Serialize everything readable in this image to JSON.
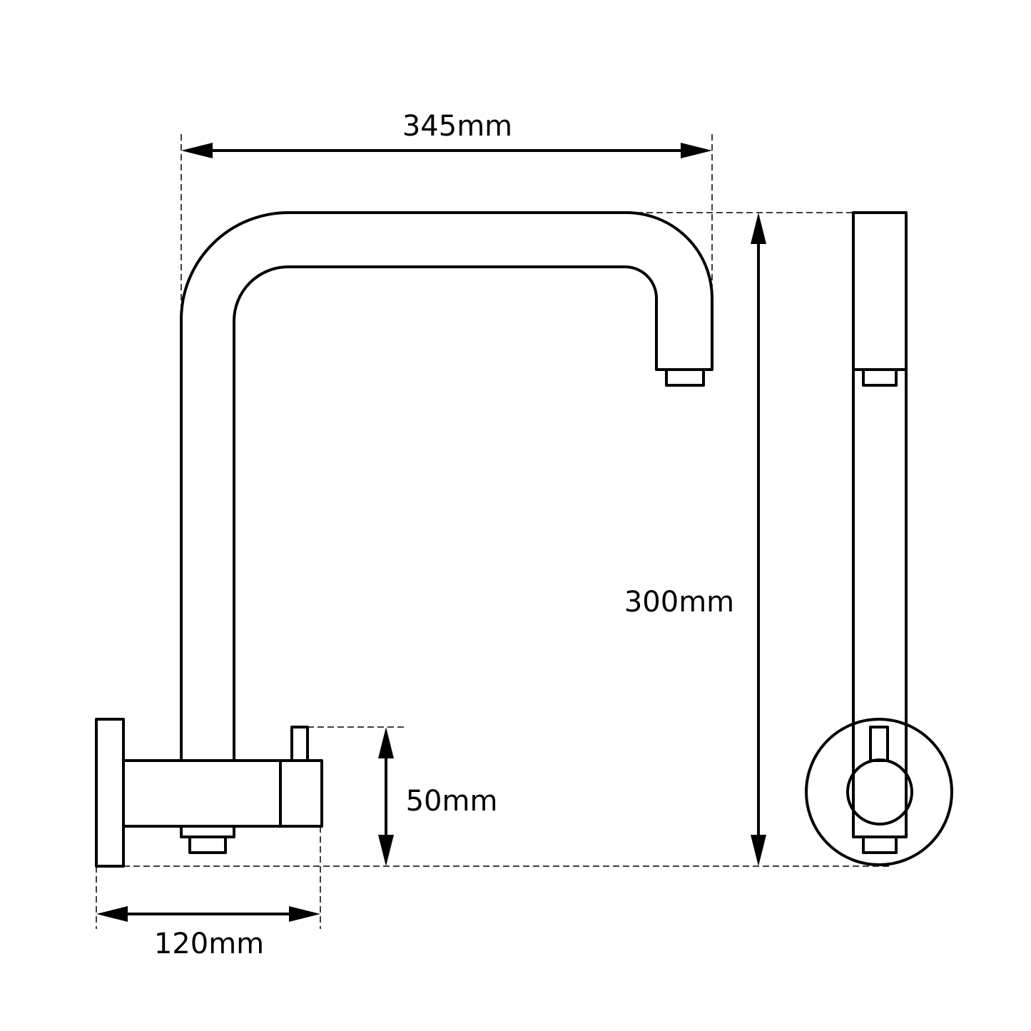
{
  "dimensions": {
    "width_label": "345mm",
    "height_label": "300mm",
    "handle_label": "50mm",
    "base_label": "120mm"
  }
}
